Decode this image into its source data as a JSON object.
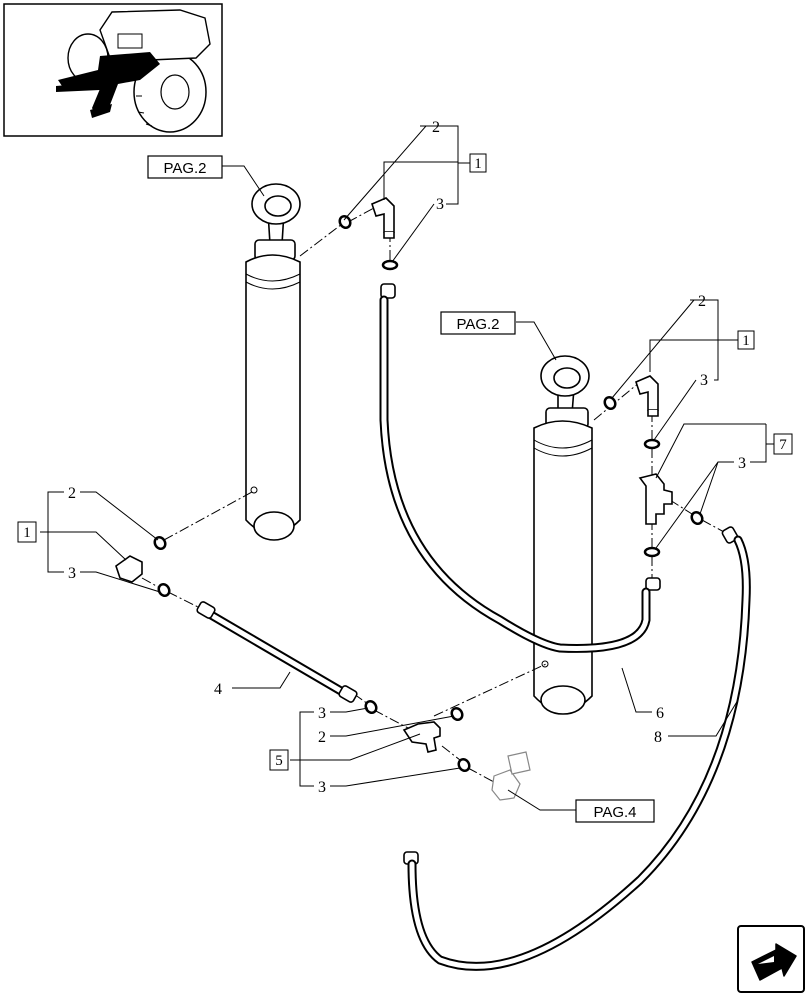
{
  "page_refs": {
    "top_left": "PAG.2",
    "right": "PAG.2",
    "bottom": "PAG.4"
  },
  "group_boxes": {
    "top": "1",
    "right": "1",
    "left": "1",
    "tee_right": "7",
    "bottom": "5"
  },
  "callouts": {
    "top_2": "2",
    "top_3": "3",
    "right_2": "2",
    "right_3a": "3",
    "right_3b": "3",
    "left_2": "2",
    "left_3": "3",
    "hose_4": "4",
    "hose_6": "6",
    "hose_8": "8",
    "bottom_3a": "3",
    "bottom_2": "2",
    "bottom_3b": "3"
  },
  "icons": {
    "thumbnail": "tractor-thumbnail-icon",
    "navigation": "next-page-arrow-icon"
  }
}
